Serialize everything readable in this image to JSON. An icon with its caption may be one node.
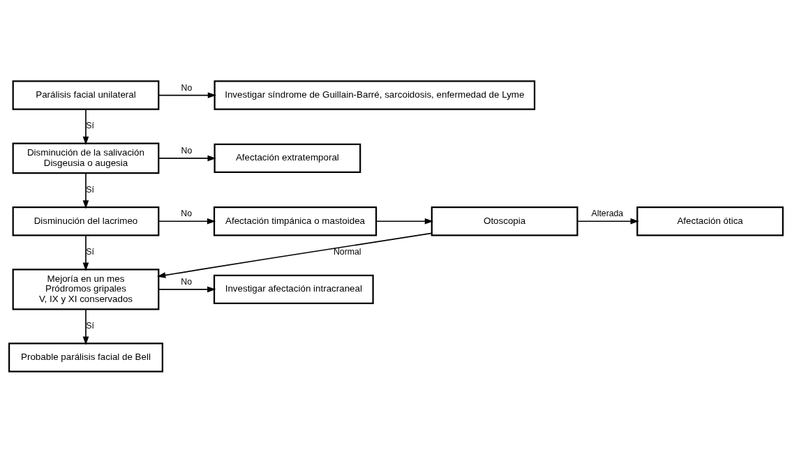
{
  "diagram": {
    "nodes": [
      {
        "text": [
          "Parálisis facial unilateral"
        ]
      },
      {
        "text": [
          "Investigar síndrome de Guillain-Barré, sarcoidosis, enfermedad de Lyme"
        ]
      },
      {
        "text": [
          "Disminución de la salivación",
          "Disgeusia o augesia"
        ]
      },
      {
        "text": [
          "Afectación extratemporal"
        ]
      },
      {
        "text": [
          "Disminución del lacrimeo"
        ]
      },
      {
        "text": [
          "Afectación timpánica o mastoidea"
        ]
      },
      {
        "text": [
          "Otoscopia"
        ]
      },
      {
        "text": [
          "Afectación ótica"
        ]
      },
      {
        "text": [
          "Mejoría en un mes",
          "Pródromos gripales",
          "V, IX y XI conservados"
        ]
      },
      {
        "text": [
          "Investigar afectación intracraneal"
        ]
      },
      {
        "text": [
          "Probable parálisis facial de Bell"
        ]
      }
    ],
    "edges": [
      {
        "from": 0,
        "to": 1,
        "arrow": "to",
        "label": "No"
      },
      {
        "from": 0,
        "to": 2,
        "arrow": "to",
        "label": "Sí"
      },
      {
        "from": 2,
        "to": 3,
        "arrow": "to",
        "label": "No"
      },
      {
        "from": 2,
        "to": 4,
        "arrow": "to",
        "label": "Sí"
      },
      {
        "from": 4,
        "to": 5,
        "arrow": "to",
        "label": "No"
      },
      {
        "from": 5,
        "to": 6,
        "arrow": "to"
      },
      {
        "from": 6,
        "to": 7,
        "arrow": "to",
        "label": "Alterada"
      },
      {
        "from": 4,
        "to": 8,
        "arrow": "to",
        "label": "Sí"
      },
      {
        "from": 6,
        "to": 8,
        "arrow": "to",
        "label": "Normal"
      },
      {
        "from": 8,
        "to": 9,
        "arrow": "to",
        "label": "No"
      },
      {
        "from": 8,
        "to": 10,
        "arrow": "to",
        "label": "Sí"
      }
    ]
  }
}
